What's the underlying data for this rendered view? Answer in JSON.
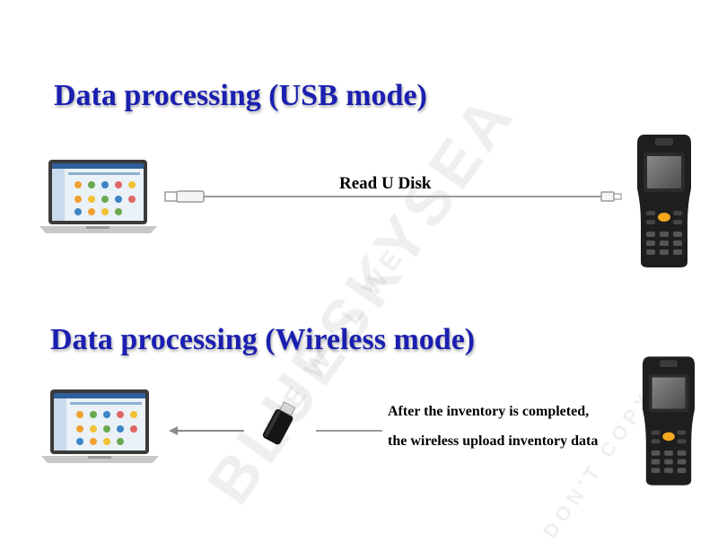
{
  "sections": {
    "usb": {
      "title": "Data processing (USB mode)",
      "caption": "Read U Disk"
    },
    "wireless": {
      "title": "Data processing (Wireless mode)",
      "caption_line1": "After the inventory is completed,",
      "caption_line2": "the wireless upload inventory data"
    }
  },
  "watermark": {
    "brand": "BLUESKYSEA",
    "sub1": "WE WILL WE",
    "sub2": "DON'T COPY"
  },
  "colors": {
    "heading": "#1a1fb0",
    "cable": "#9a9a9a",
    "device_body": "#1e1e1e",
    "scan_key": "#f2a81d"
  },
  "icons": [
    "laptop-icon",
    "usb-plug-icon",
    "handheld-terminal-icon",
    "usb-wireless-receiver-icon",
    "arrow-left-icon"
  ]
}
